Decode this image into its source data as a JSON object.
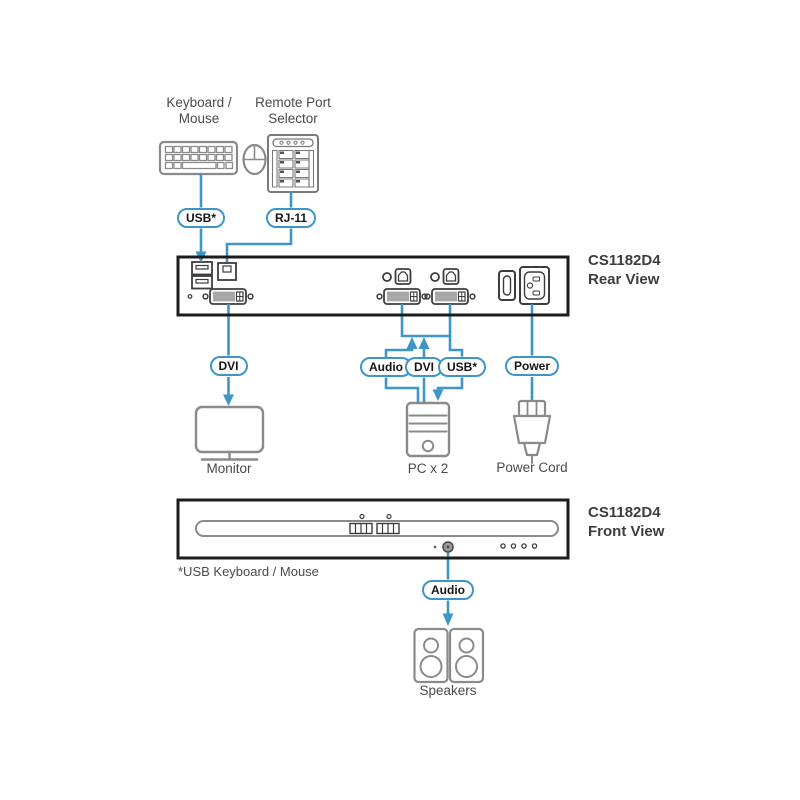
{
  "device": {
    "model": "CS1182D4",
    "rear_view": "Rear View",
    "front_view": "Front View"
  },
  "labels": {
    "keyboard_mouse": "Keyboard /\nMouse",
    "remote_port_selector": "Remote Port\nSelector",
    "monitor": "Monitor",
    "pc": "PC x 2",
    "power_cord": "Power Cord",
    "speakers": "Speakers",
    "footnote": "*USB Keyboard / Mouse"
  },
  "connectors": {
    "usb_top": "USB*",
    "rj11": "RJ-11",
    "dvi_monitor": "DVI",
    "audio_pc": "Audio",
    "dvi_pc": "DVI",
    "usb_pc": "USB*",
    "power": "Power",
    "audio_front": "Audio"
  },
  "icons": [
    "keyboard-icon",
    "mouse-icon",
    "remote-port-selector-icon",
    "usb-port-icon",
    "rj11-port-icon",
    "dvi-port-icon",
    "audio-jack-icon",
    "usb-b-port-icon",
    "power-switch-icon",
    "power-inlet-icon",
    "monitor-icon",
    "pc-tower-icon",
    "power-plug-icon",
    "speaker-icon",
    "led-icon",
    "port-select-button-icon"
  ],
  "colors": {
    "line_blue": "#3E96C8",
    "icon_gray": "#8A8A8A",
    "port_dark": "#3D3D3D",
    "device_border": "#1C1C1C",
    "text_dark": "#3D3D3D",
    "text_gray": "#4A4A4A"
  }
}
